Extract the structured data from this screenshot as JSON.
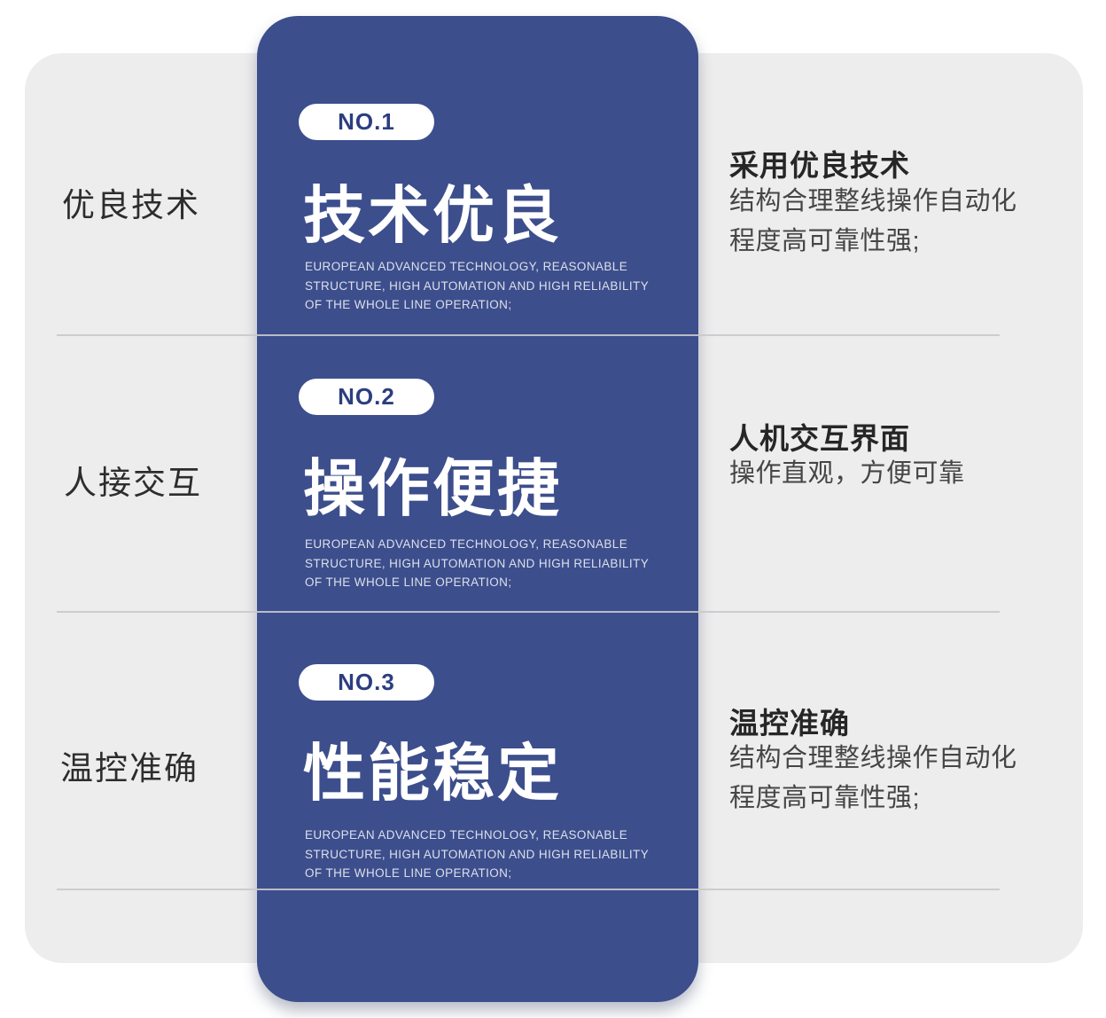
{
  "colors": {
    "card_blue": "#3c4e8c",
    "badge_text_blue": "#2c3e80",
    "panel_gray": "#ededed",
    "divider_gray": "#c9c9cc"
  },
  "sections": [
    {
      "badge": "NO.1",
      "left_label": "优良技术",
      "title": "技术优良",
      "subtitle_en": "EUROPEAN ADVANCED TECHNOLOGY, REASONABLE\nSTRUCTURE, HIGH AUTOMATION AND HIGH RELIABILITY\nOF THE WHOLE LINE OPERATION;",
      "right_title": "采用优良技术",
      "right_body": "结构合理整线操作自动化\n程度高可靠性强;"
    },
    {
      "badge": "NO.2",
      "left_label": "人接交互",
      "title": "操作便捷",
      "subtitle_en": "EUROPEAN ADVANCED TECHNOLOGY, REASONABLE\nSTRUCTURE, HIGH AUTOMATION AND HIGH RELIABILITY\nOF THE WHOLE LINE OPERATION;",
      "right_title": "人机交互界面",
      "right_body": "操作直观，方便可靠"
    },
    {
      "badge": "NO.3",
      "left_label": "温控准确",
      "title": "性能稳定",
      "subtitle_en": "EUROPEAN ADVANCED TECHNOLOGY, REASONABLE\nSTRUCTURE, HIGH AUTOMATION AND HIGH RELIABILITY\nOF THE WHOLE LINE OPERATION;",
      "right_title": "温控准确",
      "right_body": "结构合理整线操作自动化\n程度高可靠性强;"
    }
  ]
}
